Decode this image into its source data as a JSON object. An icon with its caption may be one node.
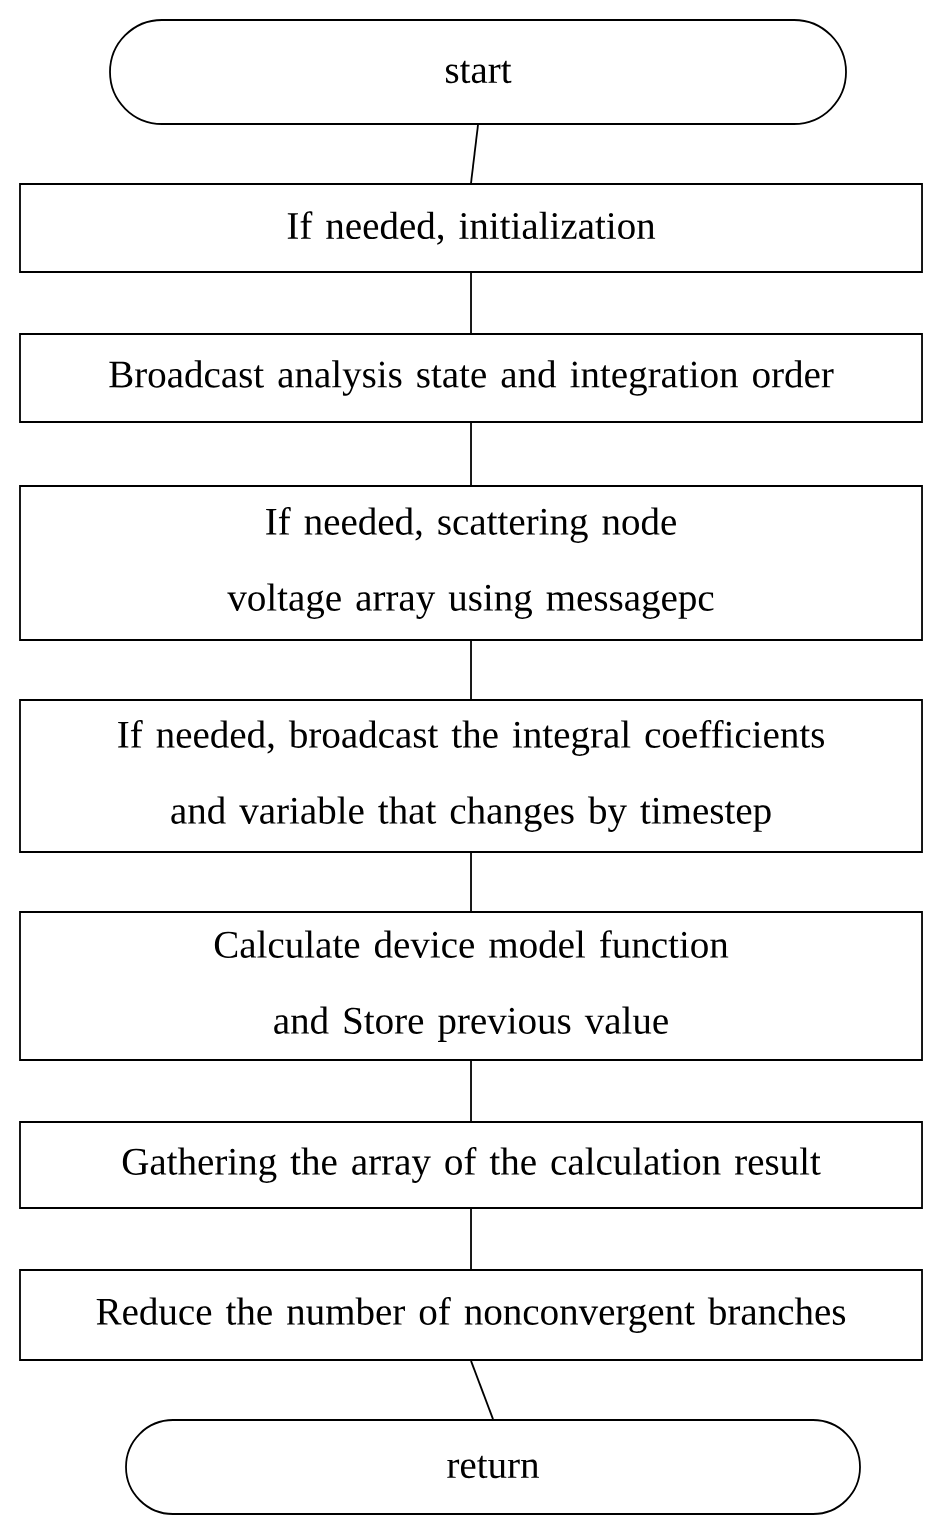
{
  "diagram": {
    "nodes": [
      {
        "text": [
          "start"
        ]
      },
      {
        "text": [
          "If needed, initialization"
        ]
      },
      {
        "text": [
          "Broadcast analysis state and integration order"
        ]
      },
      {
        "text": [
          "If needed, scattering node voltage array using messagepc"
        ]
      },
      {
        "text": [
          "If needed, broadcast the integral coefficients and variable that changes by timestep"
        ]
      },
      {
        "text": [
          "Calculate device model function and Store previous value"
        ]
      },
      {
        "text": [
          "Gathering the array of the calculation result"
        ]
      },
      {
        "text": [
          "Reduce the number of nonconvergent branches"
        ]
      },
      {
        "text": [
          "return"
        ]
      }
    ],
    "edges": [
      {
        "from": 0,
        "to": 1,
        "arrow": "none"
      },
      {
        "from": 1,
        "to": 2,
        "arrow": "none"
      },
      {
        "from": 2,
        "to": 3,
        "arrow": "none"
      },
      {
        "from": 3,
        "to": 4,
        "arrow": "none"
      },
      {
        "from": 4,
        "to": 5,
        "arrow": "none"
      },
      {
        "from": 5,
        "to": 6,
        "arrow": "none"
      },
      {
        "from": 6,
        "to": 7,
        "arrow": "none"
      },
      {
        "from": 7,
        "to": 8,
        "arrow": "none"
      }
    ]
  }
}
